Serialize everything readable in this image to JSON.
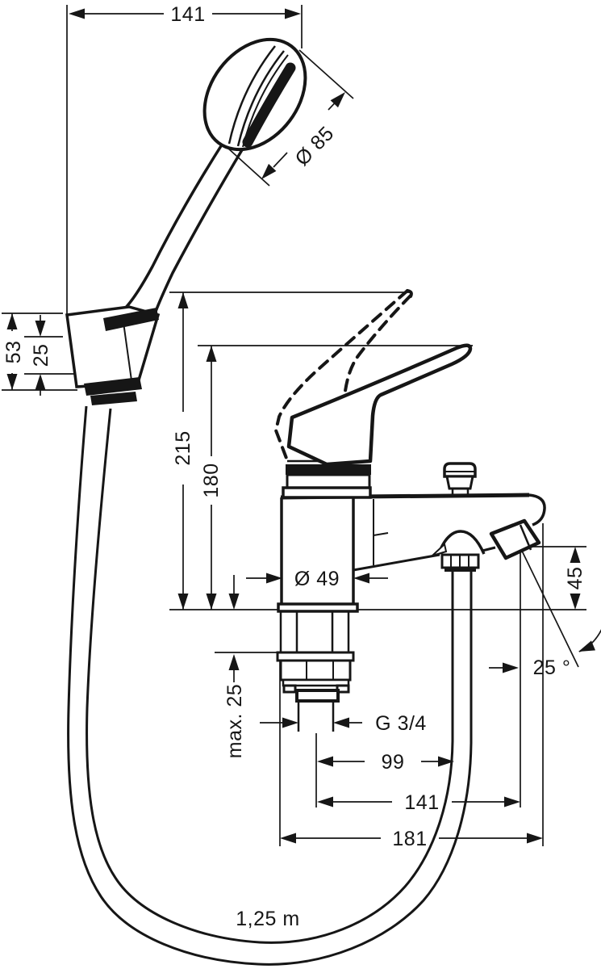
{
  "drawing": {
    "kind": "technical-dimension-drawing",
    "subject": "single-lever bath mixer with hand shower set",
    "line_color": "#161616",
    "background_color": "#ffffff"
  },
  "dimensions": {
    "hand_shower_width": "141",
    "hand_shower_spray_diameter": "Ø 85",
    "holder_height": "53",
    "holder_cone_height": "25",
    "height_to_raised_lever": "215",
    "height_to_lever": "180",
    "body_diameter": "Ø 49",
    "spout_outlet_height": "45",
    "spout_angle": "25 °",
    "max_deck_thickness": "max. 25",
    "connection_thread": "G 3/4",
    "center_to_hose_outlet": "99",
    "center_to_spout_outlet": "141",
    "overall_projection": "181",
    "shower_hose_length": "1,25 m"
  }
}
